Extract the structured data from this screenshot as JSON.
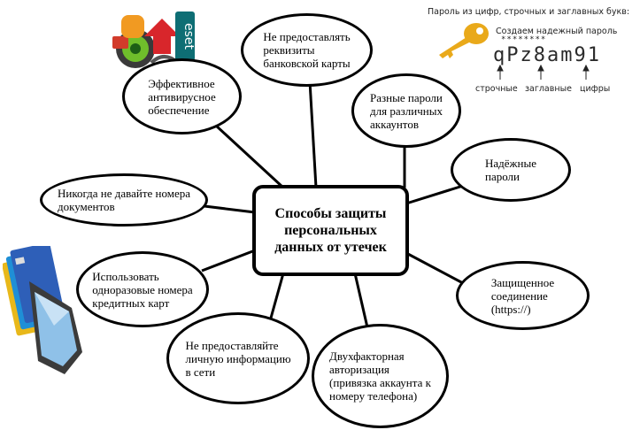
{
  "center": {
    "title": "Способы защиты\nперсональных\nданных от утечек"
  },
  "nodes": {
    "antivirus": "Эффективное\nантивирусное\nобеспечение",
    "bank_card": "Не предоставлять\nреквизиты\nбанковской карты",
    "different_passwords": "Разные пароли\nдля различных\nаккаунтов",
    "strong_passwords": "Надёжные\nпароли",
    "documents": "Никогда не давайте номера\nдокументов",
    "secure_connection": "Защищенное\nсоединение\n(https://)",
    "one_time_cards": "Использовать\nодноразовые номера\nкредитных карт",
    "personal_info": "Не предоставляйте\nличную информацию\nв сети",
    "two_factor": "Двухфакторная\nавторизация\n(привязка аккаунта к\nномеру телефона)"
  },
  "password_example": {
    "caption": "Пароль из цифр, строчных и заглавных букв:",
    "subtitle": "Создаем надежный пароль",
    "stars": "********",
    "value": "qPz8am91",
    "labels": {
      "lowercase": "строчные",
      "uppercase": "заглавные",
      "digits": "цифры"
    }
  },
  "icons": [
    "antivirus-logos-icon",
    "key-icon",
    "credit-cards-phone-icon"
  ]
}
